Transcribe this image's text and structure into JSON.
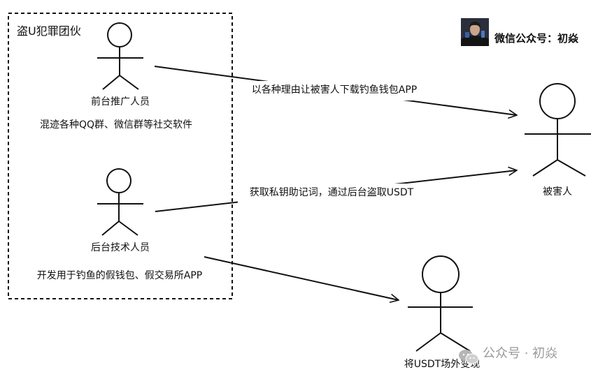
{
  "header": {
    "label": "微信公众号：初焱"
  },
  "group": {
    "title": "盗U犯罪团伙"
  },
  "actors": {
    "promoter": {
      "name": "前台推广人员",
      "description": "混迹各种QQ群、微信群等社交软件"
    },
    "tech": {
      "name": "后台技术人员",
      "description": "开发用于钓鱼的假钱包、假交易所APP"
    },
    "victim": {
      "name": "被害人"
    },
    "cashout": {
      "name": "将USDT场外变现"
    }
  },
  "edges": [
    {
      "from": "promoter",
      "to": "victim",
      "label": "以各种理由让被害人下载钓鱼钱包APP"
    },
    {
      "from": "tech",
      "to": "victim",
      "label": "获取私钥助记词，通过后台盗取USDT"
    },
    {
      "from": "tech",
      "to": "cashout",
      "label": ""
    }
  ],
  "watermark": {
    "icon": "wechat-icon",
    "text": "公众号 · 初焱"
  },
  "colors": {
    "stroke": "#111111",
    "background": "#ffffff",
    "watermark": "#9a9a9a"
  }
}
